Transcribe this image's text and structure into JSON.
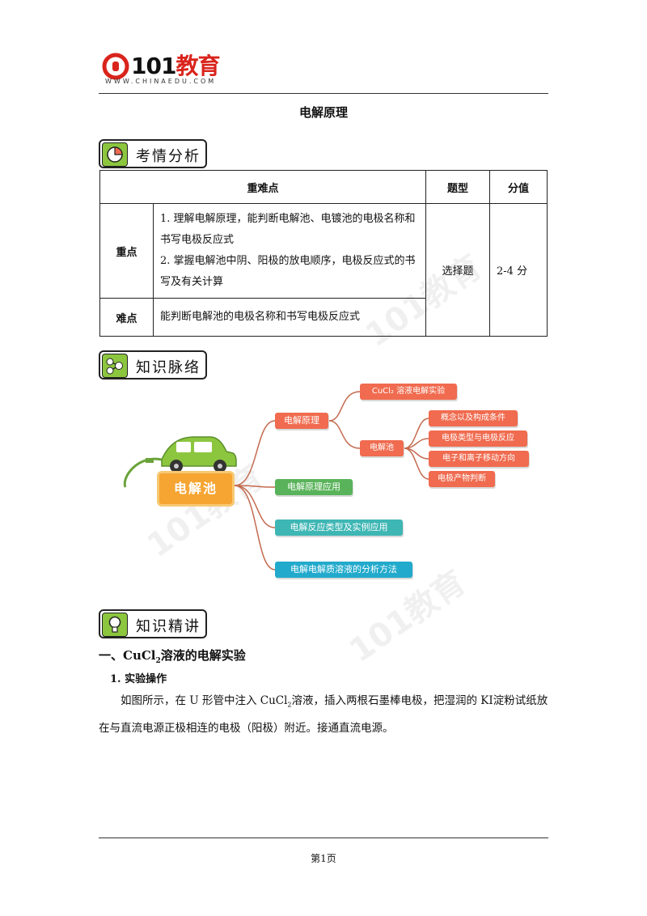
{
  "header": {
    "logo_number": "101",
    "logo_cn": "教育",
    "logo_url": "WWW.CHINAEDU.COM",
    "title": "电解原理"
  },
  "sections": {
    "analysis": "考情分析",
    "map": "知识脉络",
    "detail": "知识精讲"
  },
  "table": {
    "headers": [
      "重难点",
      "题型",
      "分值"
    ],
    "rows": [
      {
        "label": "重点",
        "items": [
          "1. 理解电解原理，能判断电解池、电镀池的电极名称和书写电极反应式",
          "2. 掌握电解池中阴、阳极的放电顺序，电极反应式的书写及有关计算"
        ]
      },
      {
        "label": "难点",
        "items": [
          "能判断电解池的电极名称和书写电极反应式"
        ]
      }
    ],
    "type": "选择题",
    "score": "2-4 分"
  },
  "mindmap": {
    "center": "电解池",
    "branches": [
      "电解原理",
      "电解原理应用",
      "电解反应类型及实例应用",
      "电解电解质溶液的分析方法"
    ],
    "sub1": [
      "CuCl₂ 溶液电解实验",
      "电解池"
    ],
    "sub2": [
      "概念以及构成条件",
      "电极类型与电极反应",
      "电子和离子移动方向",
      "电极产物判断"
    ]
  },
  "body": {
    "h1_pre": "一、CuCl",
    "h1_sub": "2",
    "h1_post": "溶液的电解实验",
    "h2": "1. 实验操作",
    "para_pre": "如图所示，在 U 形管中注入 CuCl",
    "para_sub": "2",
    "para_post": "溶液，插入两根石墨棒电极，把湿润的 KI淀粉试纸放在与直流电源正极相连的电极（阳极）附近。接通直流电源。"
  },
  "footer": {
    "page": "第1页"
  },
  "colors": {
    "brand_red": "#d9241c",
    "accent_green": "#8cc63f",
    "orange": "#f06b4f"
  }
}
